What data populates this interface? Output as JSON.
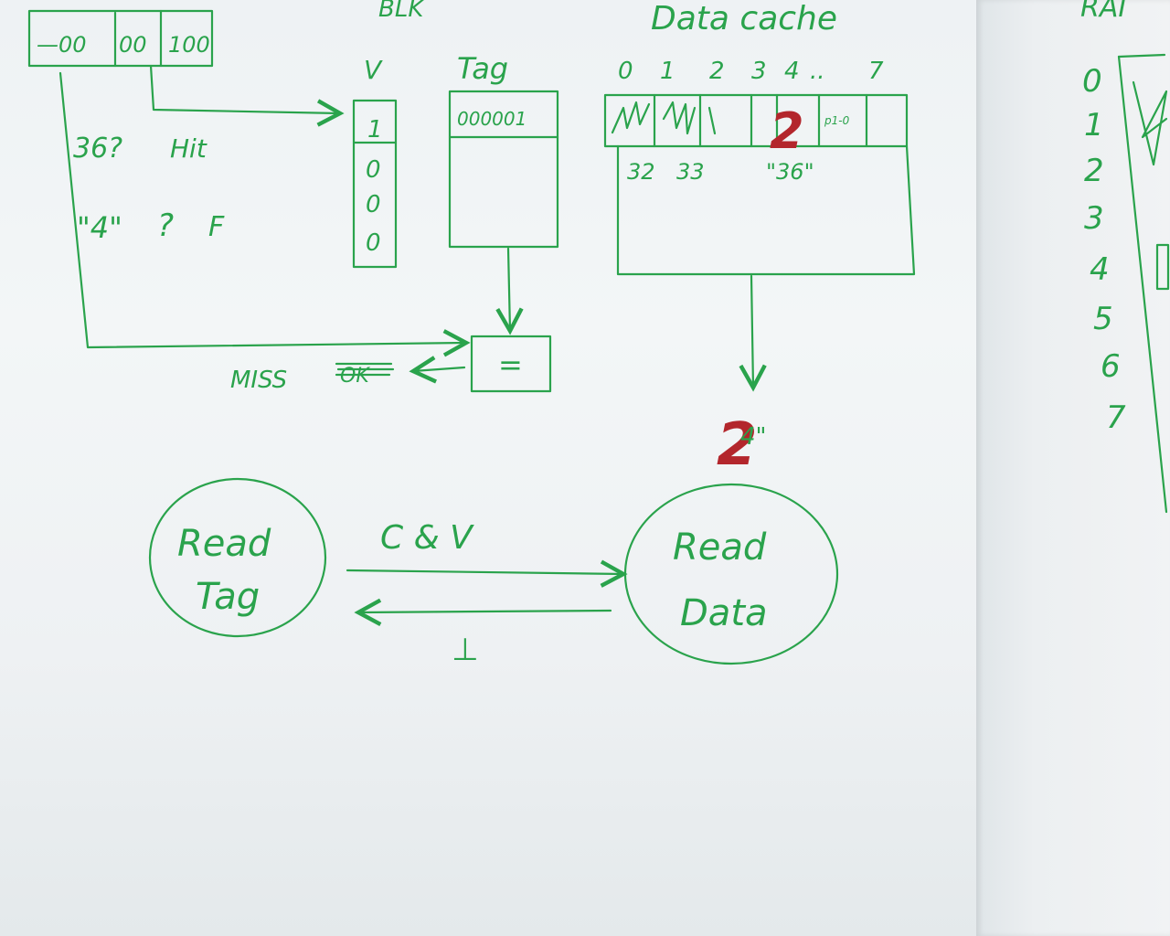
{
  "address": {
    "cells": [
      "—00",
      "00",
      "100"
    ]
  },
  "blk_label": "BLK",
  "valid": {
    "header": "V",
    "bits": [
      "1",
      "0",
      "0",
      "0"
    ]
  },
  "tag": {
    "header": "Tag",
    "entry": "000001"
  },
  "data_cache": {
    "title": "Data cache",
    "indices": [
      "0",
      "1",
      "2",
      "3",
      "4",
      "..",
      "7"
    ],
    "word_labels": [
      "32",
      "33",
      "\"36\""
    ],
    "red_mark": "2",
    "small_cell_text": "p1-0"
  },
  "notes": {
    "line1": "36?",
    "line1b": "Hit",
    "line2": "\"4\"",
    "line2b": "?",
    "line2c": "F"
  },
  "comparator": {
    "symbol": "=",
    "miss_label": "MISS",
    "crossed_out": "OK"
  },
  "output_mark": {
    "red_value": "2",
    "green_value": "4\""
  },
  "fsm": {
    "state1": [
      "Read",
      "Tag"
    ],
    "state2": [
      "Read",
      "Data"
    ],
    "transition_forward": "C & V",
    "transition_back": "⊥"
  },
  "right_page": {
    "heading": "RAI",
    "row_numbers": [
      "0",
      "1",
      "2",
      "3",
      "4",
      "5",
      "6",
      "7"
    ]
  },
  "colors": {
    "ink": "#2aa34c",
    "red_ink": "#b3262c",
    "paper": "#f1f4f5"
  }
}
